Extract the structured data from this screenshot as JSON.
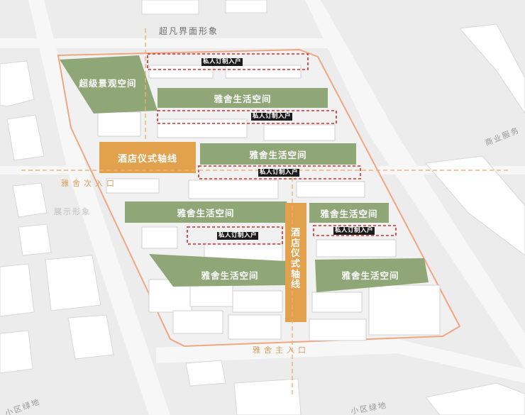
{
  "colors": {
    "background": "#ececec",
    "road": "#f7f7f7",
    "building": "#ffffff",
    "green_zone": "#8fa777",
    "orange_axis": "#e1a14d",
    "dashed_outline": "#d62b2b",
    "site_boundary": "#f0a780"
  },
  "roads": {
    "top": "超凡界面形象",
    "west_entrance": "雅舍次入口",
    "south_entrance": "雅舍主入口",
    "right_commercial": "商业服务",
    "left_obscured": "展示形象",
    "bottom_left_green": "小区绿地",
    "bottom_mid_green": "小区绿地"
  },
  "zones": {
    "landscape": "超级景观空间",
    "living_1": "雅舍生活空间",
    "living_2": "雅舍生活空间",
    "living_3": "雅舍生活空间",
    "living_4": "雅舍生活空间",
    "living_5": "雅舍生活空间",
    "living_6": "雅舍生活空间"
  },
  "axes": {
    "hotel_horizontal": "酒店仪式轴线",
    "hotel_vertical": [
      "酒",
      "店",
      "仪",
      "式",
      "轴",
      "线"
    ]
  },
  "private_entries": {
    "entry_1": "私人订制入户",
    "entry_2": "私人订制入户",
    "entry_3": "私人订制入户",
    "entry_4": "私人订制入户",
    "entry_5": "私人订制入户"
  }
}
